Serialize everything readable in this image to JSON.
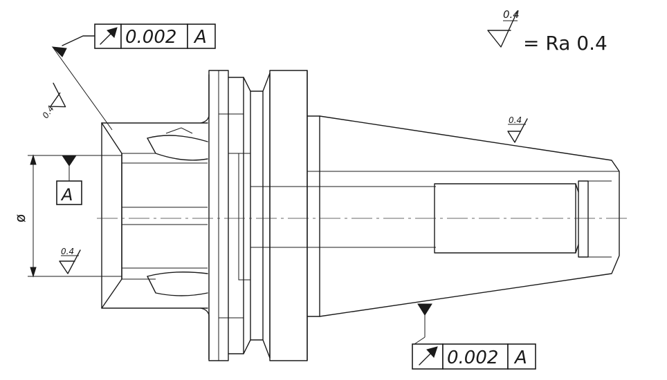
{
  "legend": {
    "roughness_symbol_value": "0.4",
    "equals_text": "= Ra 0.4"
  },
  "frame_top": {
    "tolerance": "0.002",
    "datum": "A"
  },
  "frame_bottom": {
    "tolerance": "0.002",
    "datum": "A"
  },
  "datum_box_label": "A",
  "diameter_symbol": "ø",
  "roughness_marks": {
    "chamfer": "0.4",
    "taper": "0.4",
    "bore": "0.4"
  },
  "colors": {
    "line": "#1a1a1a",
    "background": "#ffffff"
  }
}
